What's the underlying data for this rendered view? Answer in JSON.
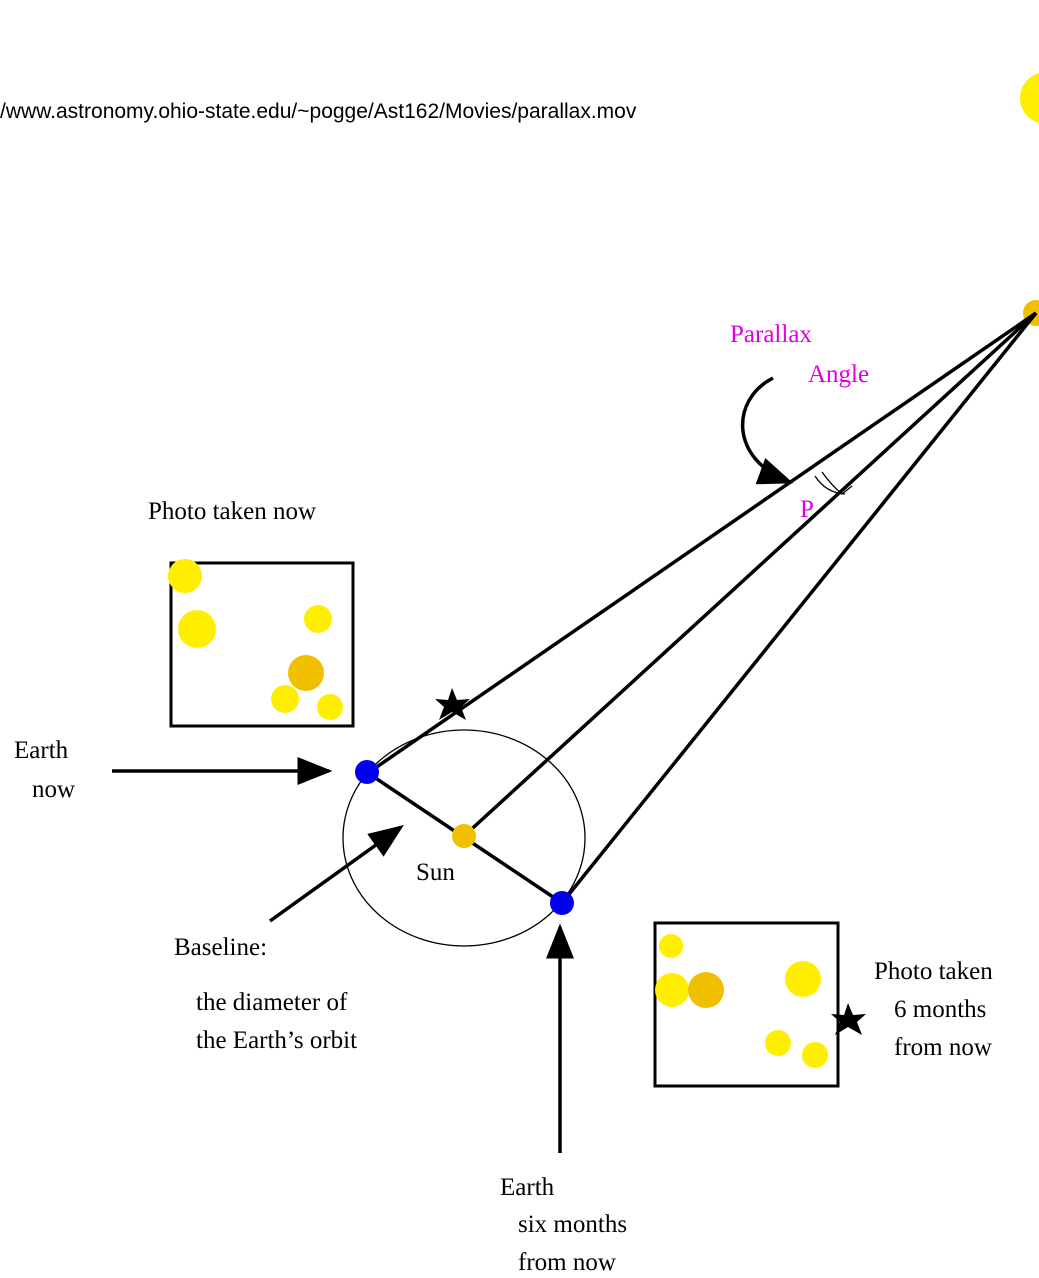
{
  "header": {
    "url": "/www.astronomy.ohio-state.edu/~pogge/Ast162/Movies/parallax.mov"
  },
  "labels": {
    "parallax_line1": "Parallax",
    "parallax_line2": "Angle",
    "angle_symbol": "P",
    "photo_now": "Photo taken now",
    "earth_now_line1": "Earth",
    "earth_now_line2": "now",
    "sun": "Sun",
    "baseline": "Baseline:",
    "baseline_desc_line1": "the diameter of",
    "baseline_desc_line2": "the Earth’s orbit",
    "photo_later_line1": "Photo taken",
    "photo_later_line2": "6 months",
    "photo_later_line3": "from now",
    "earth_later_line1": "Earth",
    "earth_later_line2": "six months",
    "earth_later_line3": "from now"
  },
  "colors": {
    "earth": "#0000ee",
    "sun": "#f0c000",
    "star_yellow": "#ffee00",
    "star_orange": "#f0c000",
    "annotation": "#e000e0",
    "ink": "#000000"
  },
  "icons": {
    "earth_marker": "blue-dot",
    "sun_marker": "orange-dot",
    "near_star": "black-six-point-star",
    "distant_star": "yellow-dot"
  }
}
